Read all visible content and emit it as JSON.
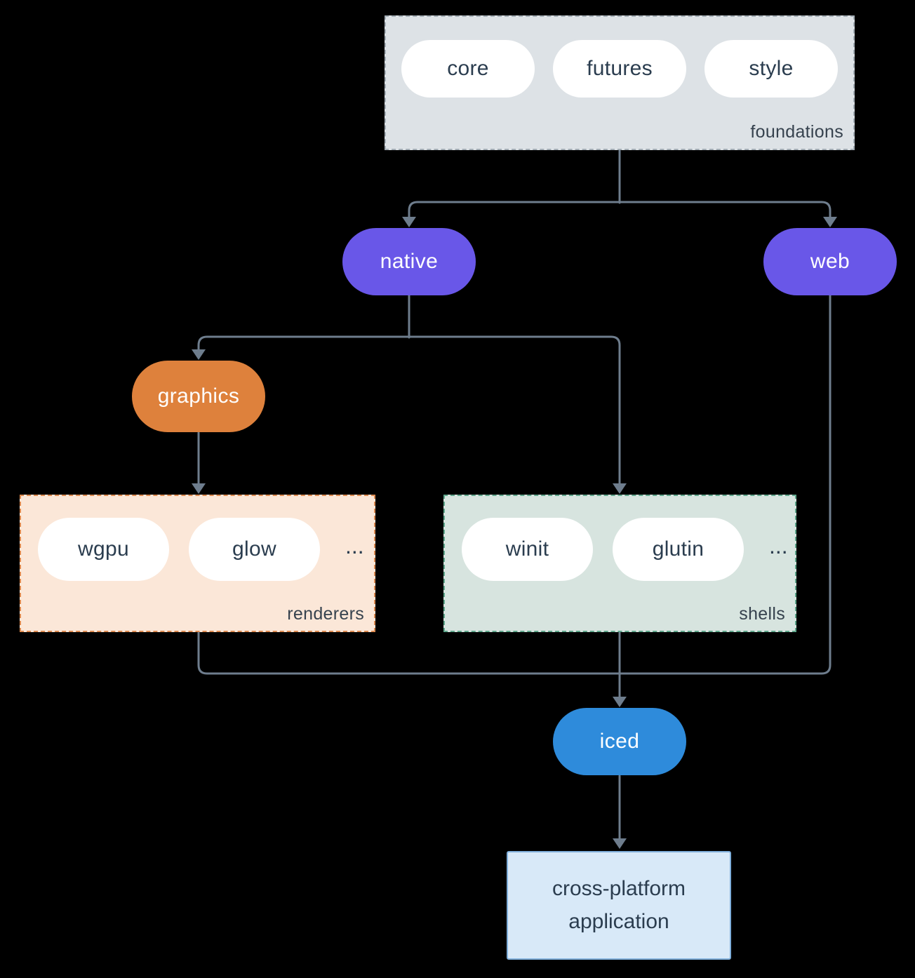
{
  "diagram": {
    "background_color": "#000000",
    "arrow_color": "#6e7d8d",
    "foundations": {
      "label": "foundations",
      "items": [
        "core",
        "futures",
        "style"
      ],
      "fill": "#dde2e6"
    },
    "native": {
      "label": "native",
      "fill": "#6957e8"
    },
    "web": {
      "label": "web",
      "fill": "#6957e8"
    },
    "graphics": {
      "label": "graphics",
      "fill": "#de813c"
    },
    "renderers": {
      "label": "renderers",
      "items": [
        "wgpu",
        "glow"
      ],
      "more": "...",
      "fill": "#fbe7d8"
    },
    "shells": {
      "label": "shells",
      "items": [
        "winit",
        "glutin"
      ],
      "more": "...",
      "fill": "#d7e4df"
    },
    "iced": {
      "label": "iced",
      "fill": "#2e8bdb"
    },
    "application": {
      "label": "cross-platform application",
      "fill": "#d8e9f8"
    }
  }
}
